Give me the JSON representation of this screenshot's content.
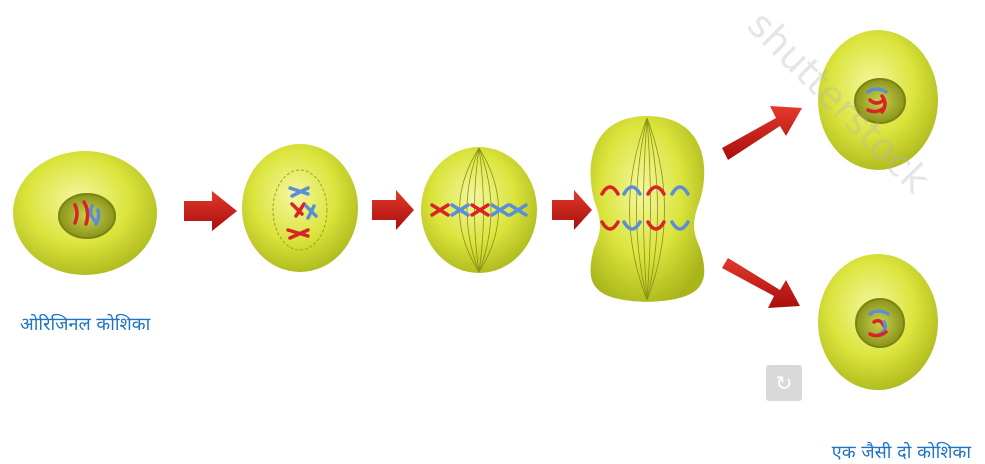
{
  "labels": {
    "original_cell": "ओरिजिनल कोशिका",
    "identical_cells": "एक जैसी दो कोशिका"
  },
  "watermark": {
    "text": "shutterstock",
    "icon": "camera-icon"
  },
  "colors": {
    "cell_yellow": "#d8e33a",
    "cell_dark": "#a8b41a",
    "nucleus": "#8e9816",
    "arrow_red": "#cc1212",
    "chromosome_red": "#d8232a",
    "chromosome_blue": "#5a8fd8",
    "label_blue": "#1e73c8"
  },
  "stages": [
    "original-cell",
    "prophase-cell",
    "metaphase-cell",
    "anaphase-cell",
    "daughter-cell-top",
    "daughter-cell-bottom"
  ]
}
